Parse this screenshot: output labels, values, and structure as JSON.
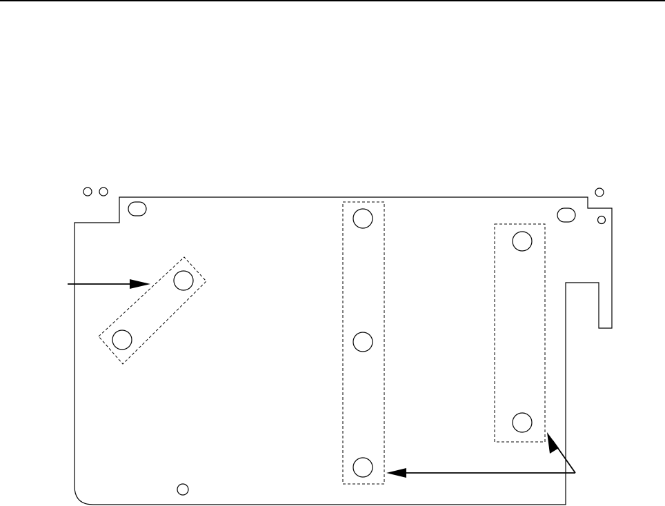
{
  "figure": {
    "type": "mounting-plate-line-drawing",
    "colors": {
      "line": "#000000",
      "background": "#ffffff"
    },
    "callouts": {
      "left_arrow_count": 1,
      "right_fork_arrow_count": 2
    },
    "hole_groups": {
      "diagonal_group_hole_count": 2,
      "center_vertical_group_hole_count": 3,
      "right_vertical_group_hole_count": 2
    }
  }
}
